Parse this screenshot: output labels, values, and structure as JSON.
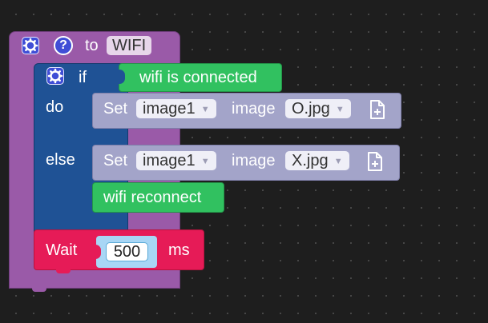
{
  "procedure": {
    "keyword": "to",
    "name": "WIFI",
    "help_label": "?"
  },
  "if_block": {
    "if_label": "if",
    "do_label": "do",
    "else_label": "else",
    "condition": "wifi is connected"
  },
  "set_do": {
    "set_label": "Set",
    "component": "image1",
    "property": "image",
    "value": "O.jpg"
  },
  "set_else": {
    "set_label": "Set",
    "component": "image1",
    "property": "image",
    "value": "X.jpg"
  },
  "reconnect": {
    "label": "wifi reconnect"
  },
  "wait": {
    "label": "Wait",
    "value": "500",
    "unit": "ms"
  },
  "colors": {
    "procedure": "#9a5aa8",
    "if": "#1f5295",
    "statement": "#a3a4c9",
    "green": "#31c160",
    "wait": "#e61b57",
    "number_socket": "#a8d6f5"
  },
  "icons": {
    "gear": "gear-icon",
    "help": "help-icon",
    "dropdown": "dropdown-caret-icon",
    "file_add": "file-add-icon"
  }
}
